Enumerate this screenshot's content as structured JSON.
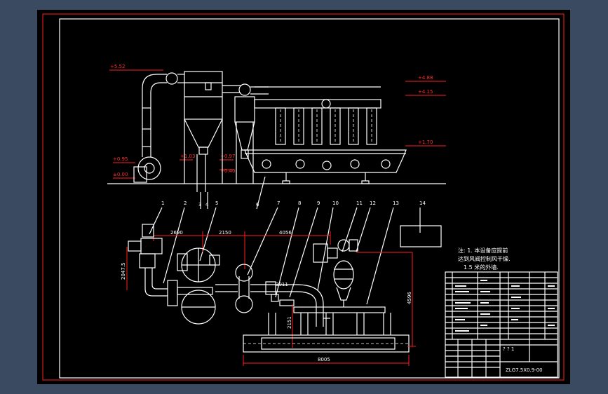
{
  "elevations": {
    "e552": "+5.52",
    "e488": "+4.88",
    "e415": "+4.15",
    "e170": "+1.70",
    "e095": "+0.95",
    "e000": "±0.00",
    "e103": "+1.03",
    "e097": "+0.97",
    "e040": "+0.40"
  },
  "part_numbers": [
    "1",
    "2",
    "3",
    "4",
    "5",
    "6",
    "7",
    "8",
    "9",
    "10",
    "11",
    "12",
    "13",
    "14"
  ],
  "dimensions": {
    "d2690": "2690",
    "d2150": "2150",
    "d4056": "4056",
    "d2475": "2047.5",
    "d4596": "4596",
    "d8005": "8005",
    "d3011": "3011",
    "d2151": "2151"
  },
  "notes": {
    "line1": "注: 1. 本设备应提前",
    "line2": "达到风阀控制风干燥.",
    "line3": "1.5 米的外墙."
  },
  "title_block": {
    "name": "? ? 1",
    "drawing_no": "ZLG7.5X0.9-00"
  },
  "colors": {
    "frame": "#ff2020",
    "line": "#ffffff",
    "background": "#000000",
    "bezel": "#3a4b61"
  }
}
